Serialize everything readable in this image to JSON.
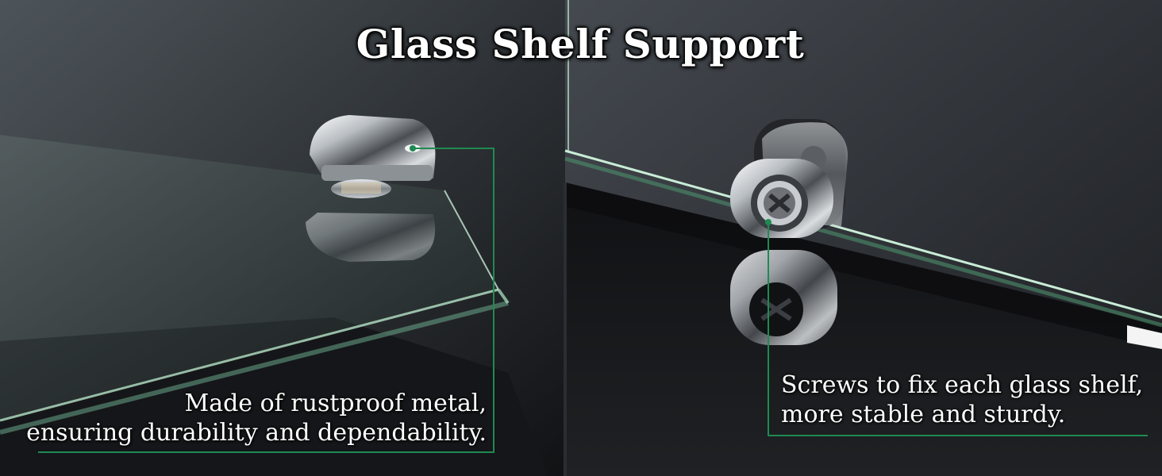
{
  "title": "Glass Shelf Support",
  "callouts": [
    {
      "id": "left",
      "lines": [
        "Made of rustproof metal,",
        "ensuring durability and dependability."
      ]
    },
    {
      "id": "right",
      "lines": [
        "Screws to fix each glass shelf,",
        "more stable and sturdy."
      ]
    }
  ],
  "colors": {
    "accent_line": "#1f8a52",
    "glass_edge": "#bfe8cf",
    "background": "#1a1c1f"
  }
}
